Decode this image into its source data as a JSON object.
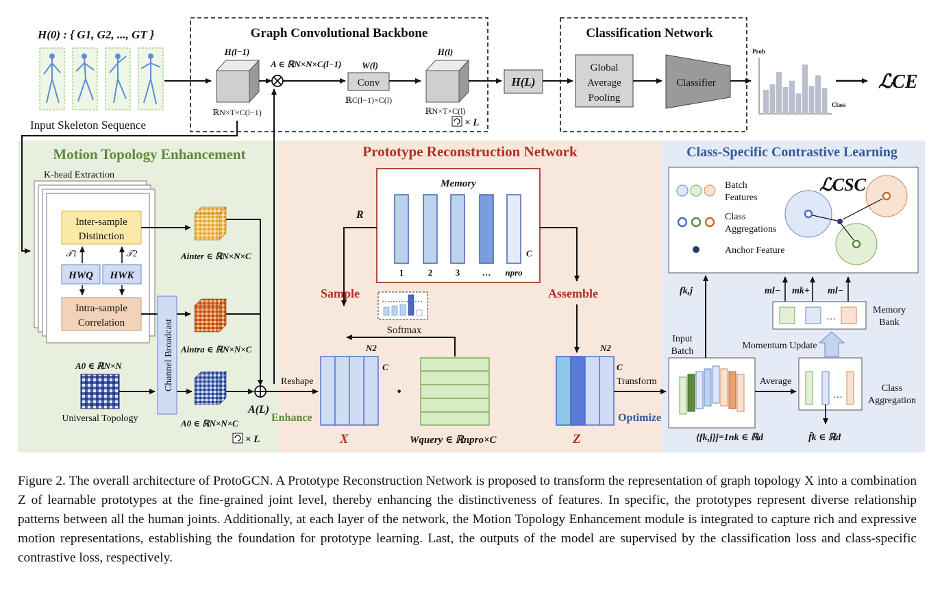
{
  "figure": {
    "colors": {
      "mte_bg": "#e8efdf",
      "prn_bg": "#f8e8dc",
      "cscl_bg": "#e4ebf6",
      "mte_title": "#5c8a3a",
      "prn_title": "#b03024",
      "cscl_title": "#355a9a",
      "memory_col_light": "#bcd3f0",
      "memory_col_dark": "#7b9ee0",
      "query_green": "#d8ecc4"
    },
    "top": {
      "h0_label": "H(0) : { G1, G2, ..., GT }",
      "input_label": "Input Skeleton Sequence",
      "backbone_title": "Graph Convolutional Backbone",
      "h_prev": "H(l−1)",
      "h_prev_shape": "ℝN×T×C(l−1)",
      "adj_label": "A ∈ ℝN×N×C(l−1)",
      "w_label": "W(l)",
      "conv_label": "Conv",
      "w_shape": "ℝC(l−1)×C(l)",
      "h_cur": "H(l)",
      "h_cur_shape": "ℝN×T×C(l)",
      "repeat_label": "× L",
      "h_final": "H(L)",
      "cls_title": "Classification Network",
      "gap_line1": "Global",
      "gap_line2": "Average",
      "gap_line3": "Pooling",
      "classifier_label": "Classifier",
      "prob_label": "Prob",
      "class_label": "Class",
      "histogram": [
        0.45,
        0.55,
        0.78,
        0.5,
        0.62,
        0.38,
        0.92,
        0.52,
        0.72,
        0.48
      ],
      "loss_ce": "ℒCE"
    },
    "mte": {
      "title": "Motion Topology Enhancement",
      "khead": "K-head Extraction",
      "inter_line1": "Inter-sample",
      "inter_line2": "Distinction",
      "intra_line1": "Intra-sample",
      "intra_line2": "Correlation",
      "t1": "𝒯1",
      "t2": "𝒯2",
      "hwq": "HWQ",
      "hwk": "HWK",
      "a_inter": "Ainter ∈ ℝN×N×C",
      "a_intra": "Aintra ∈ ℝN×N×C",
      "a0_cube": "A0 ∈ ℝN×N×C",
      "a0_matrix": "A0 ∈ ℝN×N",
      "universal": "Universal Topology",
      "channel_broadcast": "Channel Broadcast",
      "a_l": "A(L)",
      "repeat_label": "× L",
      "enhance": "Enhance"
    },
    "prn": {
      "title": "Prototype Reconstruction Network",
      "memory": "Memory",
      "r_label": "R",
      "memory_cols": [
        "1",
        "2",
        "3",
        "…",
        "npro"
      ],
      "c_label": "C",
      "sample": "Sample",
      "assemble": "Assemble",
      "softmax": "Softmax",
      "reshape": "Reshape",
      "n2_label": "N2",
      "dot": "·",
      "x_label": "X",
      "w_query": "Wquery ∈ ℝnpro×C",
      "z_label": "Z",
      "transform": "Transform",
      "optimize": "Optimize"
    },
    "cscl": {
      "title": "Class-Specific Contrastive Learning",
      "batch_features": [
        "Batch",
        "Features"
      ],
      "class_aggregations": [
        "Class",
        "Aggregations"
      ],
      "anchor_feature": "Anchor Feature",
      "loss_csc": "ℒCSC",
      "f_kj": "fk,j",
      "m_minus": "ml−",
      "m_plus": "mk+",
      "memory_bank": [
        "Memory",
        "Bank"
      ],
      "input_batch": [
        "Input",
        "Batch"
      ],
      "momentum_update": "Momentum Update",
      "average": "Average",
      "class_aggregation": [
        "Class",
        "Aggregation"
      ],
      "set_label": "{fk,j}j=1nk ∈ ℝd",
      "fbar_label": "f̄k ∈ ℝd"
    }
  },
  "caption": {
    "figure_label": "Figure 2.",
    "text": "The overall architecture of ProtoGCN. A Prototype Reconstruction Network is proposed to transform the representation of graph topology X into a combination Z of learnable prototypes at the fine-grained joint level, thereby enhancing the distinctiveness of features. In specific, the prototypes represent diverse relationship patterns between all the human joints. Additionally, at each layer of the network, the Motion Topology Enhancement module is integrated to capture rich and expressive motion representations, establishing the foundation for prototype learning. Last, the outputs of the model are supervised by the classification loss and class-specific contrastive loss, respectively."
  }
}
